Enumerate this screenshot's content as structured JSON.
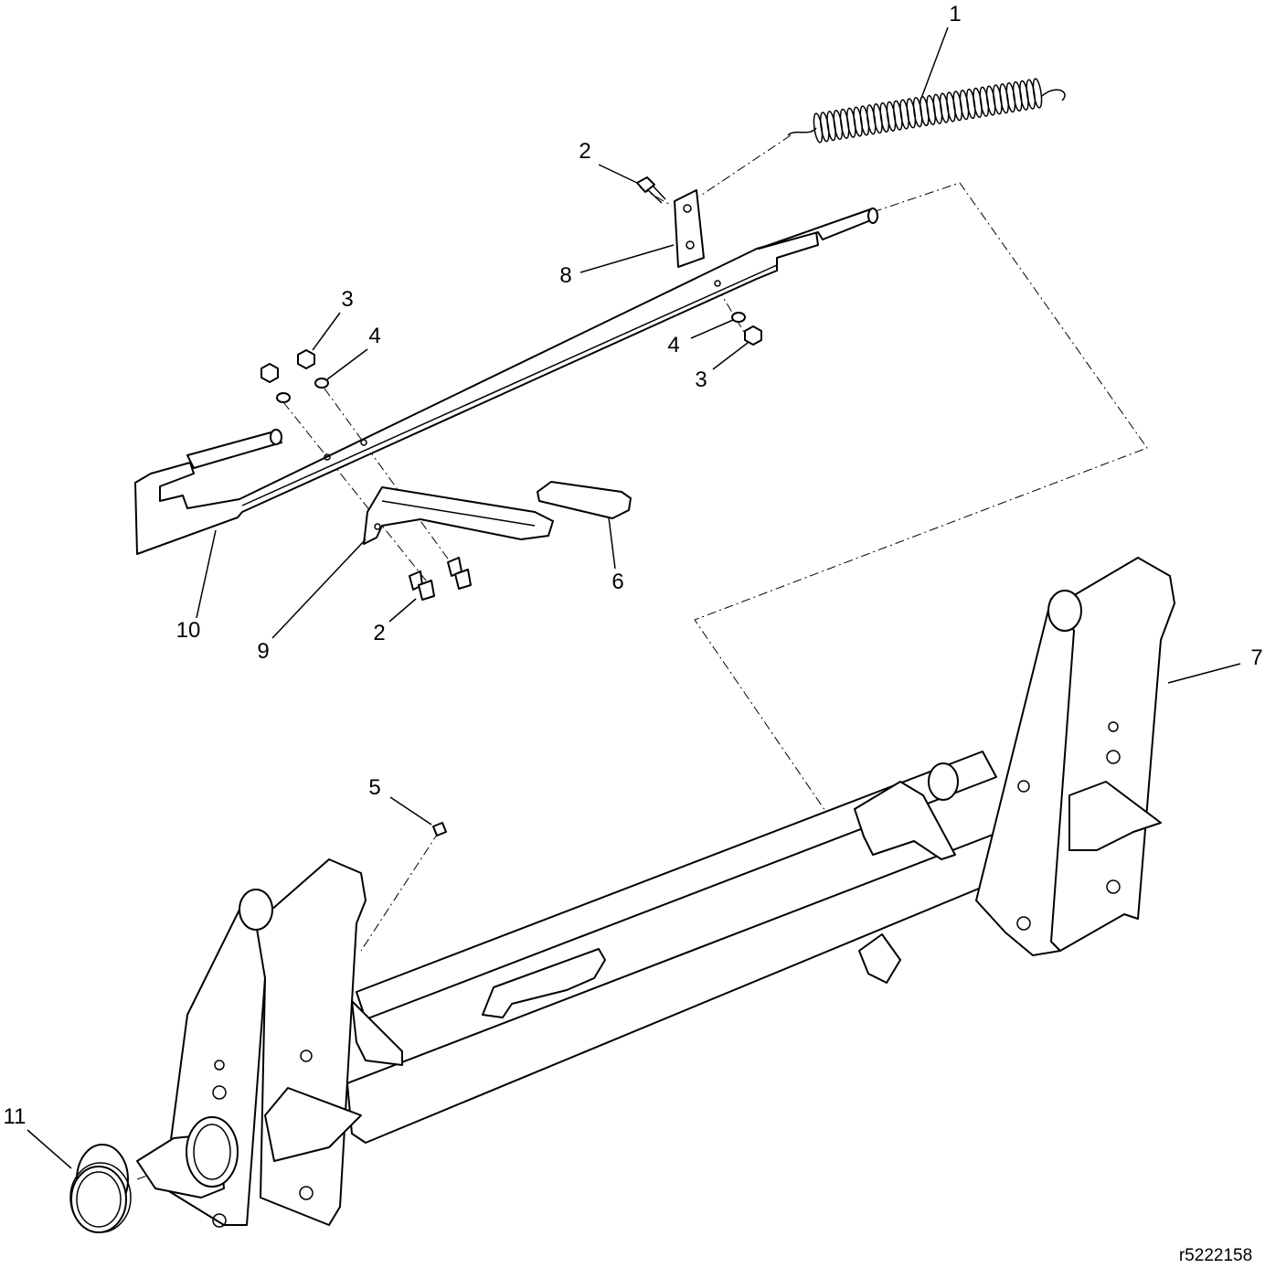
{
  "drawing_ref": "r5222158",
  "callouts": [
    "1",
    "2",
    "8",
    "3",
    "4",
    "4",
    "3",
    "10",
    "9",
    "2",
    "6",
    "7",
    "5",
    "11"
  ],
  "colors": {
    "line": "#000000",
    "background": "#ffffff"
  }
}
